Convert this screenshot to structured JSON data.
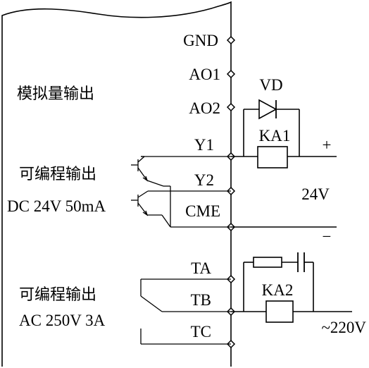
{
  "section_labels": {
    "analog_output": "模拟量输出",
    "prog_output_1": "可编程输出",
    "prog_output_1_spec": "DC 24V 50mA",
    "prog_output_2": "可编程输出",
    "prog_output_2_spec": "AC 250V 3A"
  },
  "terminals": {
    "gnd": "GND",
    "ao1": "AO1",
    "ao2": "AO2",
    "y1": "Y1",
    "y2": "Y2",
    "cme": "CME",
    "ta": "TA",
    "tb": "TB",
    "tc": "TC"
  },
  "components": {
    "diode": "VD",
    "relay1": "KA1",
    "relay2": "KA2"
  },
  "supply": {
    "dc_voltage": "24V",
    "dc_plus": "+",
    "dc_minus": "−",
    "ac_voltage": "~220V"
  }
}
